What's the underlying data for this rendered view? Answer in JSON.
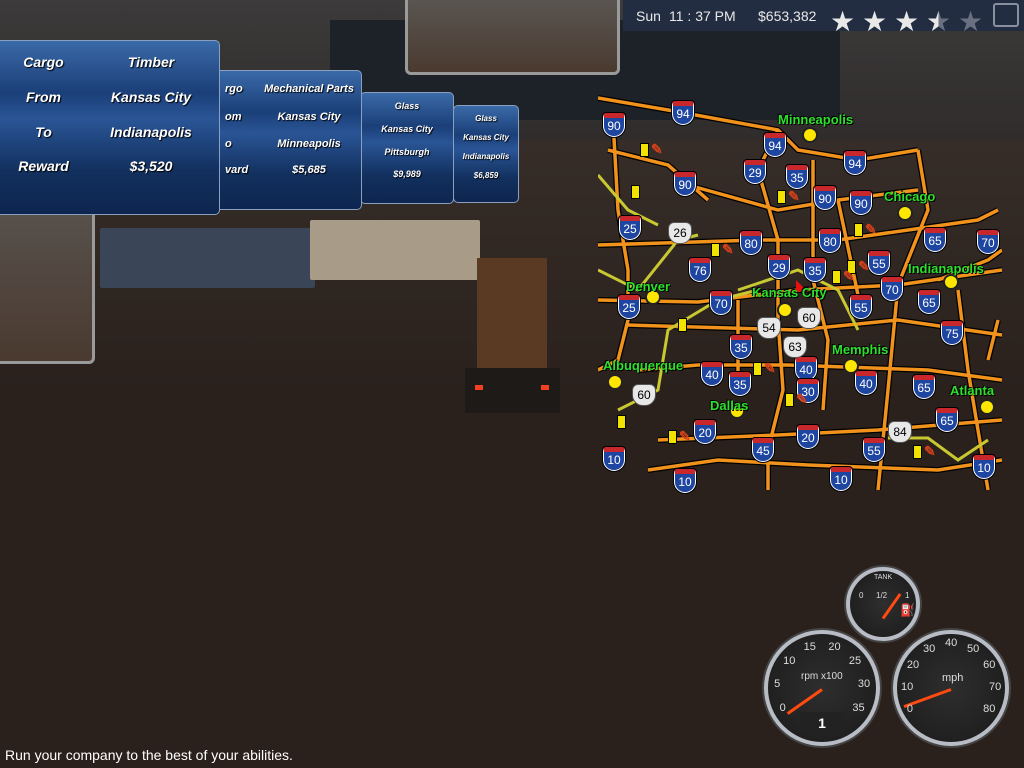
{
  "hud": {
    "day": "Sun",
    "time": "11 : 37 PM",
    "money": "$653,382",
    "rating_stars": 3.5,
    "max_stars": 5,
    "truck_icon": "truck-icon"
  },
  "cargo_cards": [
    {
      "cargo_label": "Cargo",
      "from_label": "From",
      "to_label": "To",
      "reward_label": "Reward",
      "cargo": "Timber",
      "from": "Kansas City",
      "to": "Indianapolis",
      "reward": "$3,520"
    },
    {
      "cargo_label": "rgo",
      "from_label": "om",
      "to_label": "o",
      "reward_label": "vard",
      "cargo": "Mechanical Parts",
      "from": "Kansas City",
      "to": "Minneapolis",
      "reward": "$5,685"
    },
    {
      "cargo": "Glass",
      "from": "Kansas City",
      "to": "Pittsburgh",
      "reward": "$9,989"
    },
    {
      "cargo": "Glass",
      "from": "Kansas City",
      "to": "Indianapolis",
      "reward": "$6,859"
    }
  ],
  "map": {
    "cities": [
      "Minneapolis",
      "Chicago",
      "Indianapolis",
      "Denver",
      "Kansas City",
      "Memphis",
      "Albuquerque",
      "Dallas",
      "Atlanta"
    ],
    "interstates": [
      "90",
      "94",
      "94",
      "29",
      "35",
      "94",
      "90",
      "90",
      "90",
      "25",
      "80",
      "80",
      "65",
      "70",
      "76",
      "29",
      "35",
      "55",
      "70",
      "25",
      "70",
      "55",
      "65",
      "75",
      "35",
      "40",
      "35",
      "40",
      "30",
      "40",
      "65",
      "65",
      "20",
      "20",
      "45",
      "55",
      "10",
      "10",
      "10",
      "10"
    ],
    "us_routes": [
      "26",
      "54",
      "60",
      "63",
      "60",
      "84"
    ]
  },
  "gauges": {
    "tank": {
      "label": "TANK",
      "empty": "0",
      "half": "1/2",
      "full": "1",
      "level": 1.0
    },
    "tach": {
      "unit": "rpm x100",
      "ticks": [
        "0",
        "5",
        "10",
        "15",
        "20",
        "25",
        "30",
        "35"
      ],
      "gear": "1",
      "rpm": 0
    },
    "speedo": {
      "unit": "mph",
      "ticks": [
        "0",
        "10",
        "20",
        "30",
        "40",
        "50",
        "60",
        "70",
        "80"
      ],
      "speed": 0
    }
  },
  "status": "Run your company to the best of your abilities."
}
